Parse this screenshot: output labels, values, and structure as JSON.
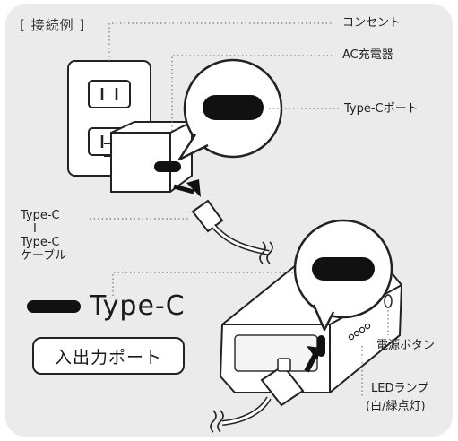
{
  "header": "[ 接続例 ]",
  "labels": {
    "outlet": "コンセント",
    "ac_charger": "AC充電器",
    "typec_port": "Type-Cポート",
    "cable_line1": "Type-C",
    "cable_line2": "I",
    "cable_line3": "Type-C",
    "cable_line4": "ケーブル",
    "power_button": "電源ボタン",
    "led_lamp": "LEDランプ",
    "led_color": "(白/緑点灯)"
  },
  "legend": {
    "typec_text": "Type-C",
    "io_port": "入出力ポート"
  },
  "colors": {
    "panel_bg": "#ebebeb",
    "line": "#1a1a1a",
    "port": "#111111"
  }
}
